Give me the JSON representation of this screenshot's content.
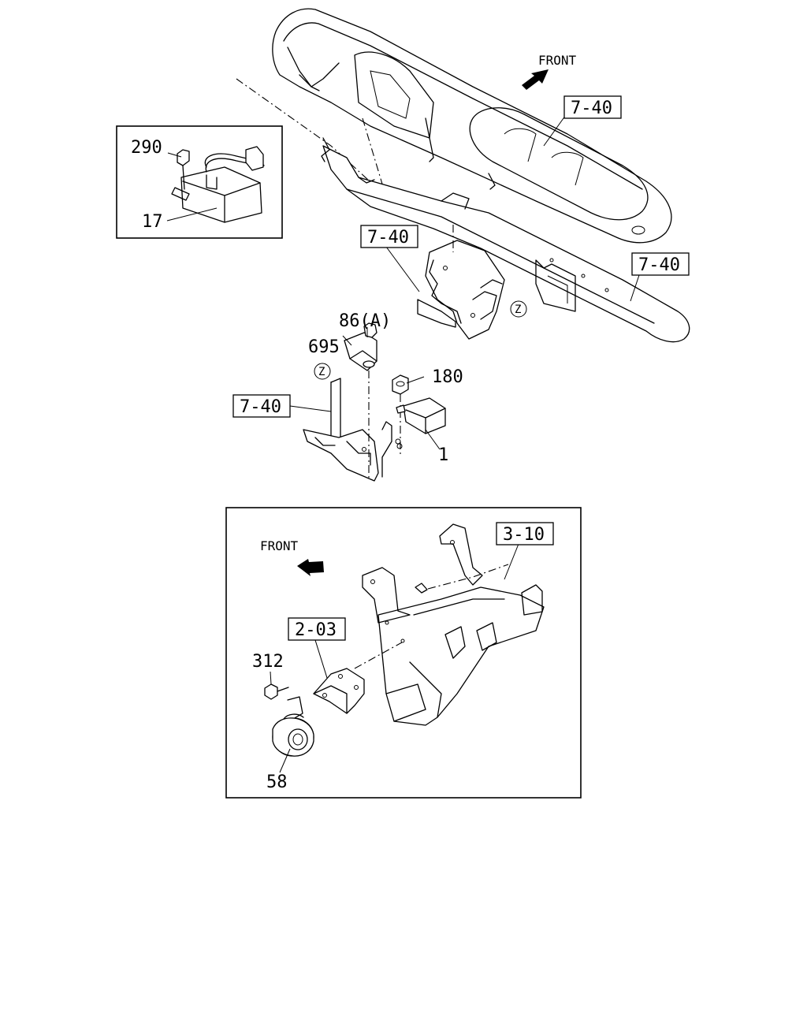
{
  "upper_view": {
    "front_label": "FRONT",
    "parts": {
      "p290": "290",
      "p17": "17",
      "p86a": "86(A)",
      "p695": "695",
      "p180": "180",
      "p1": "1"
    },
    "refs": {
      "ref_panel": "7-40",
      "ref_bracket": "7-40",
      "ref_beam": "7-40",
      "ref_stay": "7-40"
    },
    "marks": {
      "z1": "Z",
      "z2": "Z"
    }
  },
  "lower_view": {
    "front_label": "FRONT",
    "parts": {
      "p312": "312",
      "p58": "58"
    },
    "refs": {
      "ref_frame": "3-10",
      "ref_bracket": "2-03"
    }
  }
}
